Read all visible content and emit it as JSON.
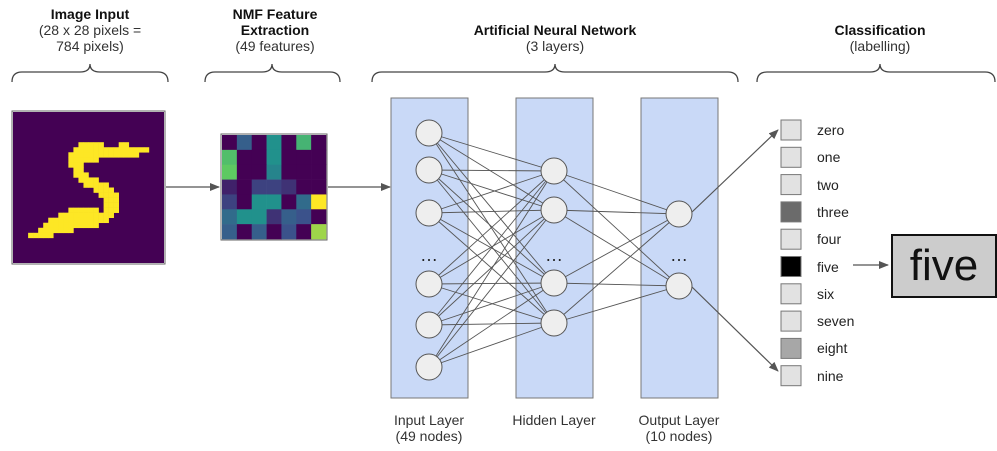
{
  "headers": {
    "image_input": {
      "title": "Image Input",
      "line1": "(28 x 28 pixels =",
      "line2": "784 pixels)"
    },
    "nmf": {
      "title_line1": "NMF Feature",
      "title_line2": "Extraction",
      "sub": "(49 features)"
    },
    "ann": {
      "title": "Artificial Neural Network",
      "sub": "(3 layers)"
    },
    "classification": {
      "title": "Classification",
      "sub": "(labelling)"
    }
  },
  "layers": {
    "input": {
      "name": "Input Layer",
      "detail": "(49 nodes)"
    },
    "hidden": {
      "name": "Hidden Layer"
    },
    "output": {
      "name": "Output Layer",
      "detail": "(10 nodes)"
    }
  },
  "ellipsis": "…",
  "classes": [
    {
      "label": "zero",
      "intensity": 0.05
    },
    {
      "label": "one",
      "intensity": 0.05
    },
    {
      "label": "two",
      "intensity": 0.05
    },
    {
      "label": "three",
      "intensity": 0.55
    },
    {
      "label": "four",
      "intensity": 0.05
    },
    {
      "label": "five",
      "intensity": 1.0
    },
    {
      "label": "six",
      "intensity": 0.05
    },
    {
      "label": "seven",
      "intensity": 0.05
    },
    {
      "label": "eight",
      "intensity": 0.3
    },
    {
      "label": "nine",
      "intensity": 0.05
    }
  ],
  "result": "five",
  "colors": {
    "layer_fill": "#c9d9f7",
    "layer_stroke": "#777777",
    "node_fill": "#eeeeee",
    "edge": "#555555",
    "digit_bg": "#440154",
    "digit_fg": "#fde725",
    "result_fill": "#cccccc"
  },
  "nmf_grid": [
    [
      0.0,
      0.3,
      0.0,
      0.5,
      0.0,
      0.65,
      0.0
    ],
    [
      0.7,
      0.0,
      0.0,
      0.5,
      0.0,
      0.0,
      0.0
    ],
    [
      0.75,
      0.0,
      0.0,
      0.45,
      0.0,
      0.0,
      0.0
    ],
    [
      0.1,
      0.0,
      0.2,
      0.2,
      0.15,
      0.0,
      0.0
    ],
    [
      0.2,
      0.0,
      0.5,
      0.5,
      0.0,
      0.35,
      1.0
    ],
    [
      0.35,
      0.5,
      0.5,
      0.15,
      0.3,
      0.25,
      0.0
    ],
    [
      0.3,
      0.0,
      0.3,
      0.0,
      0.25,
      0.0,
      0.85
    ]
  ],
  "digit_mask": [
    "..............................",
    "..............................",
    "..............................",
    "..............................",
    "..............................",
    "..............................",
    ".............#####...##.......",
    "............###############...",
    "...........##############.....",
    "...........######.............",
    "...........###................",
    "............##................",
    "............###...............",
    ".............####.............",
    "..............#####...........",
    "................####..........",
    ".................####.........",
    "..................###.........",
    "..................###.........",
    "...........######.###.........",
    ".........###########..........",
    ".......############...........",
    "......###########.............",
    ".....#######..................",
    "...#####......................",
    "..............................",
    "..............................",
    "..............................",
    "..............................",
    ".............................."
  ]
}
